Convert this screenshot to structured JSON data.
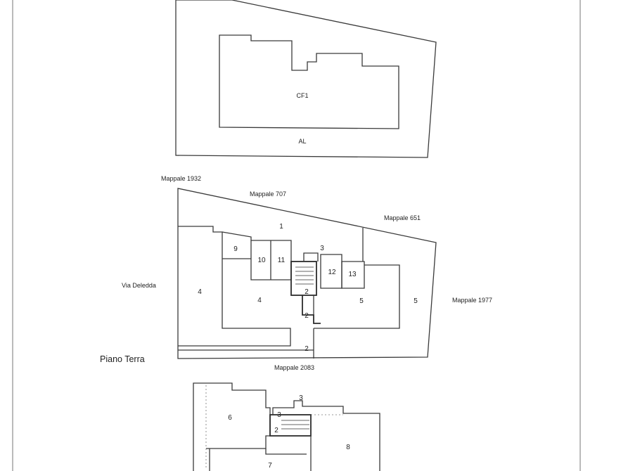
{
  "drawing": {
    "top_block": {
      "building_label": "CF1",
      "area_label": "AL"
    },
    "ground_floor": {
      "title": "Piano Terra",
      "neighbours": {
        "m1932": "Mappale 1932",
        "m707": "Mappale 707",
        "m651": "Mappale 651",
        "street": "Via Deledda",
        "m1977": "Mappale 1977",
        "m2083": "Mappale 2083"
      },
      "units": {
        "u1": "1",
        "u9": "9",
        "u10": "10",
        "u11": "11",
        "u3": "3",
        "u12": "12",
        "u13": "13",
        "u4a": "4",
        "u4b": "4",
        "u2a": "2",
        "u2b": "2",
        "u2c": "2",
        "u5a": "5",
        "u5b": "5"
      }
    },
    "lower_plan": {
      "units": {
        "u3a": "3",
        "u3b": "3",
        "u6": "6",
        "u2": "2",
        "u8": "8",
        "u7": "7"
      }
    }
  }
}
